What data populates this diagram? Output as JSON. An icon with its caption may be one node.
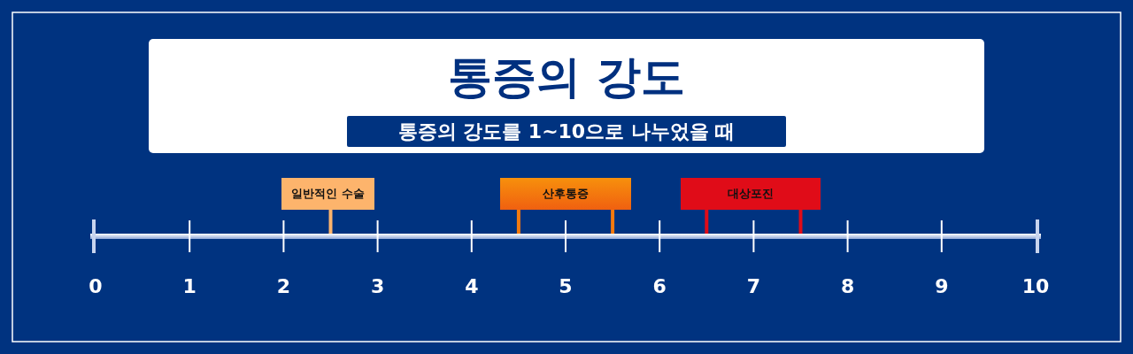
{
  "diagram": {
    "title": "통증의 강도",
    "nodes": [
      {
        "text": [
          "일반적인 수술"
        ]
      },
      {
        "text": [
          "산후통증"
        ]
      },
      {
        "text": [
          "대상포진"
        ]
      }
    ],
    "edges": [
      {
        "from": 0,
        "to": null,
        "arrow": "none",
        "color": "#fdb46c"
      },
      {
        "from": 1,
        "to": null,
        "arrow": "none",
        "color": "#f47a0e"
      },
      {
        "from": 1,
        "to": null,
        "arrow": "none",
        "color": "#f47a0e"
      },
      {
        "from": 2,
        "to": null,
        "arrow": "none",
        "color": "#e00c18"
      },
      {
        "from": 2,
        "to": null,
        "arrow": "none",
        "color": "#e00c18"
      }
    ],
    "labels": [
      "통증의 강도를 1~10으로 나누었을 때",
      "0",
      "1",
      "2",
      "3",
      "4",
      "5",
      "6",
      "7",
      "8",
      "9",
      "10"
    ]
  }
}
